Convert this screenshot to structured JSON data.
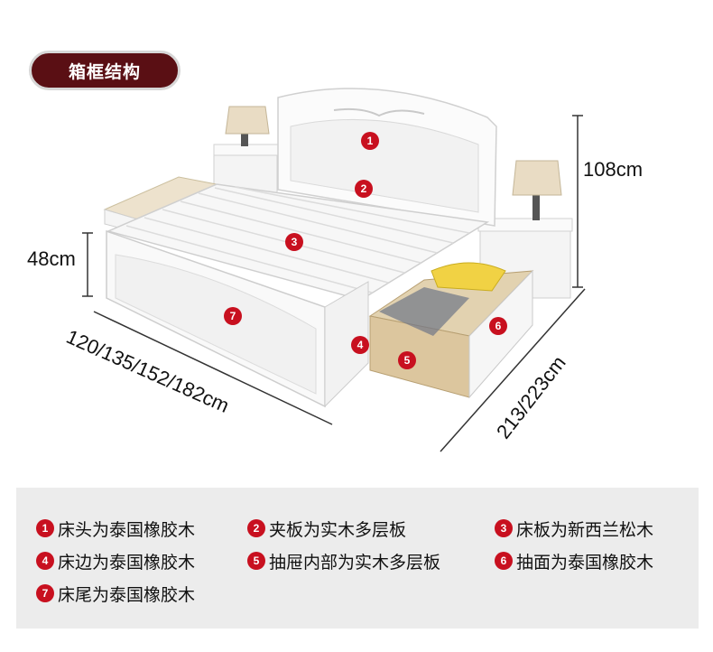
{
  "title": "箱框结构",
  "dimensions": {
    "height": "108cm",
    "side_height": "48cm",
    "width": "120/135/152/182cm",
    "length": "213/223cm"
  },
  "markers": [
    "1",
    "2",
    "3",
    "4",
    "5",
    "6",
    "7"
  ],
  "legend": [
    {
      "num": "1",
      "text": "床头为泰国橡胶木"
    },
    {
      "num": "2",
      "text": "夹板为实木多层板"
    },
    {
      "num": "3",
      "text": "床板为新西兰松木"
    },
    {
      "num": "4",
      "text": "床边为泰国橡胶木"
    },
    {
      "num": "5",
      "text": "抽屉内部为实木多层板"
    },
    {
      "num": "6",
      "text": "抽面为泰国橡胶木"
    },
    {
      "num": "7",
      "text": "床尾为泰国橡胶木"
    }
  ],
  "colors": {
    "accent": "#c8101f",
    "pill": "#5a0f14",
    "legend_bg": "#ececec"
  }
}
